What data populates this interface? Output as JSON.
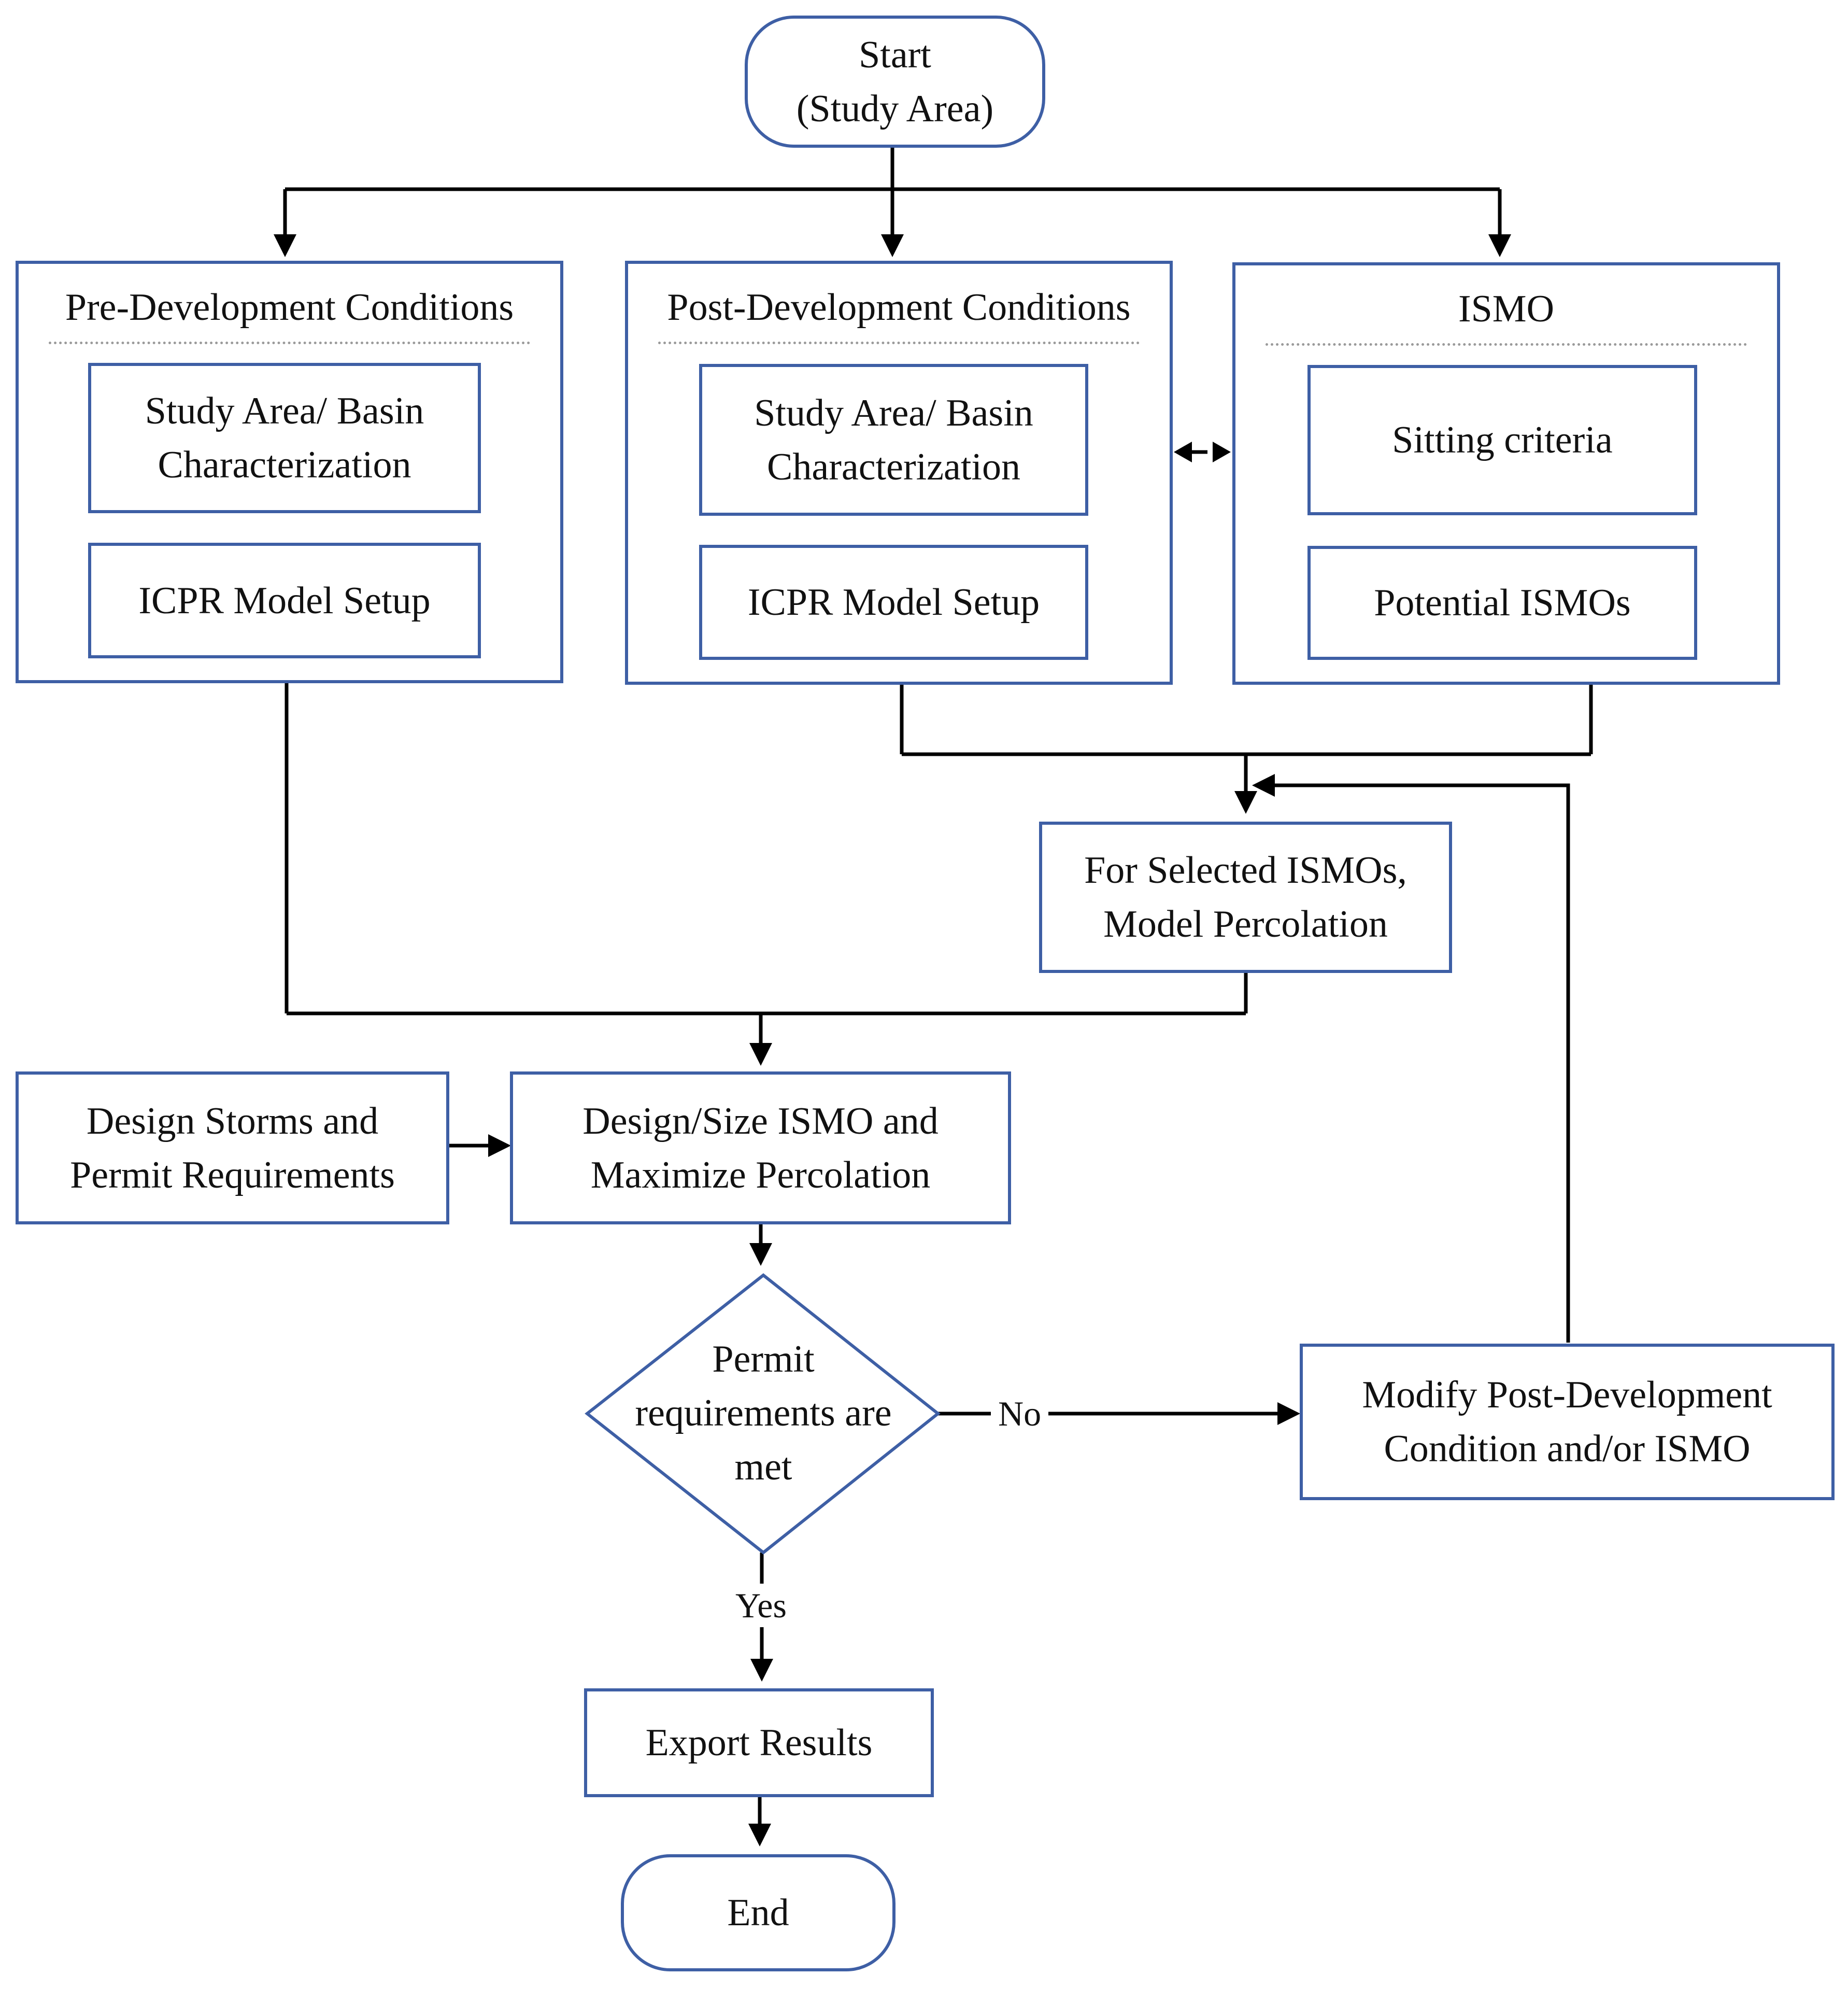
{
  "nodes": {
    "start": [
      "Start",
      "(Study Area)"
    ],
    "pre_title": "Pre-Development Conditions",
    "pre_basin": [
      "Study Area/ Basin",
      "Characterization"
    ],
    "pre_icpr": "ICPR Model Setup",
    "post_title": "Post-Development Conditions",
    "post_basin": [
      "Study Area/ Basin",
      "Characterization"
    ],
    "post_icpr": "ICPR Model Setup",
    "ismo_title": "ISMO",
    "ismo_sitting": "Sitting criteria",
    "ismo_potential": "Potential ISMOs",
    "selected": [
      "For Selected ISMOs,",
      "Model Percolation"
    ],
    "storms": [
      "Design Storms and",
      "Permit Requirements"
    ],
    "design": [
      "Design/Size ISMO and",
      "Maximize Percolation"
    ],
    "decision": [
      "Permit",
      "requirements are",
      "met"
    ],
    "modify": [
      "Modify Post-Development",
      "Condition and/or ISMO"
    ],
    "export": "Export Results",
    "end": "End"
  },
  "edge_labels": {
    "no": "No",
    "yes": "Yes"
  },
  "colors": {
    "box_border": "#3e5fa5",
    "connector": "#000000",
    "separator": "#9a9a9a"
  }
}
